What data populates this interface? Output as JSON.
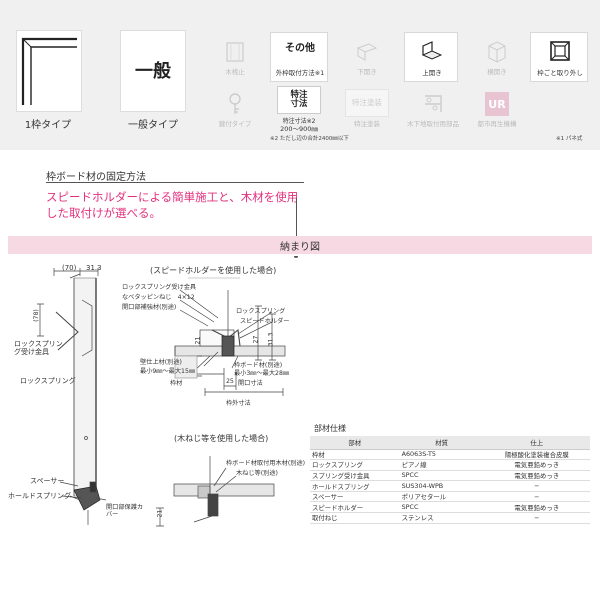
{
  "types": [
    {
      "label": "1枠タイプ",
      "selected": true
    },
    {
      "label": "一般タイプ",
      "card_text": "一般",
      "selected": true
    }
  ],
  "features": [
    {
      "label": "木桟止",
      "icon": "wood-frame-icon",
      "active": false
    },
    {
      "label": "外枠取付方法※1",
      "box_text": "その他",
      "active": true
    },
    {
      "label": "下開き",
      "icon": "open-down-icon",
      "active": false
    },
    {
      "label": "上開き",
      "icon": "open-up-icon",
      "active": true
    },
    {
      "label": "横開き",
      "icon": "open-side-icon",
      "active": false
    },
    {
      "label": "枠ごと取り外し",
      "icon": "frame-remove-icon",
      "active": true
    },
    {
      "label": "鍵付タイプ",
      "icon": "key-icon",
      "active": false
    },
    {
      "label": "200〜900㎜",
      "box_text_1": "特注",
      "box_text_2": "寸法",
      "box_label": "特注寸法※2",
      "active": true
    },
    {
      "label": "特注塗装",
      "box_text": "特注塗装",
      "active": false
    },
    {
      "label": "木下地取付用部品",
      "icon": "wood-base-parts-icon",
      "active": false
    },
    {
      "label": "都市再生機構",
      "icon": "ur-icon",
      "icon_text": "UR",
      "active": false
    }
  ],
  "notes": {
    "note2": "※2 ただし辺の合計2400㎜以下",
    "note1": "※1 パネ式"
  },
  "section": {
    "title": "枠ボード材の固定方法",
    "text": "スピードホルダーによる簡単施工と、木材を使用した取付けが選べる。"
  },
  "band_title": "納まり図",
  "drawing": {
    "dim_70": "(70)",
    "dim_313_top": "31.3",
    "dim_78": "(78)",
    "lock_spring_holder": "ロックスプリング受け金具",
    "lock_spring": "ロックスプリング",
    "spacer": "スペーサー",
    "hold_spring": "ホールドスプリング",
    "opening_cover": "開口部保護カバー",
    "speed_case_title": "(スピードホルダーを使用した場合)",
    "lock_holder_screw": "ロックスプリング受け金具",
    "screw_spec": "なべタッピンねじ　4×12",
    "opening_reinforce": "開口部補強材(別途)",
    "lock_spring_2": "ロックスプリング",
    "speed_holder": "スピードホルダー",
    "ceiling_board": "壁仕上材(別途)",
    "min_max_15": "最小9㎜〜最大15㎜",
    "frame_board": "枠ボード材(別途)",
    "min_max_28": "最小3㎜〜最大28㎜",
    "frame": "枠材",
    "dim_25": "25",
    "opening_size": "開口寸法",
    "frame_outer": "枠外寸法",
    "dim_21": "21",
    "dim_27": "27",
    "dim_313": "31.3",
    "wood_case_title": "(木ねじ等を使用した場合)",
    "wood_material": "枠ボード材取付用木材(別途)",
    "wood_screw": "木ねじ等(別途)",
    "dim_21b": "21"
  },
  "spec": {
    "title": "部材仕様",
    "headers": [
      "部材",
      "材質",
      "仕上"
    ],
    "rows": [
      [
        "枠材",
        "A6063S-T5",
        "陽極酸化塗装複合皮膜"
      ],
      [
        "ロックスプリング",
        "ピアノ線",
        "電気亜鉛めっき"
      ],
      [
        "スプリング受け金具",
        "SPCC",
        "電気亜鉛めっき"
      ],
      [
        "ホールドスプリング",
        "SUS304-WPB",
        "−"
      ],
      [
        "スペーサー",
        "ポリアセタール",
        "−"
      ],
      [
        "スピードホルダー",
        "SPCC",
        "電気亜鉛めっき"
      ],
      [
        "取付ねじ",
        "ステンレス",
        "−"
      ]
    ]
  },
  "colors": {
    "accent": "#e2307d",
    "band": "#f6d9e3",
    "panel_bg": "#f0f0f0"
  }
}
